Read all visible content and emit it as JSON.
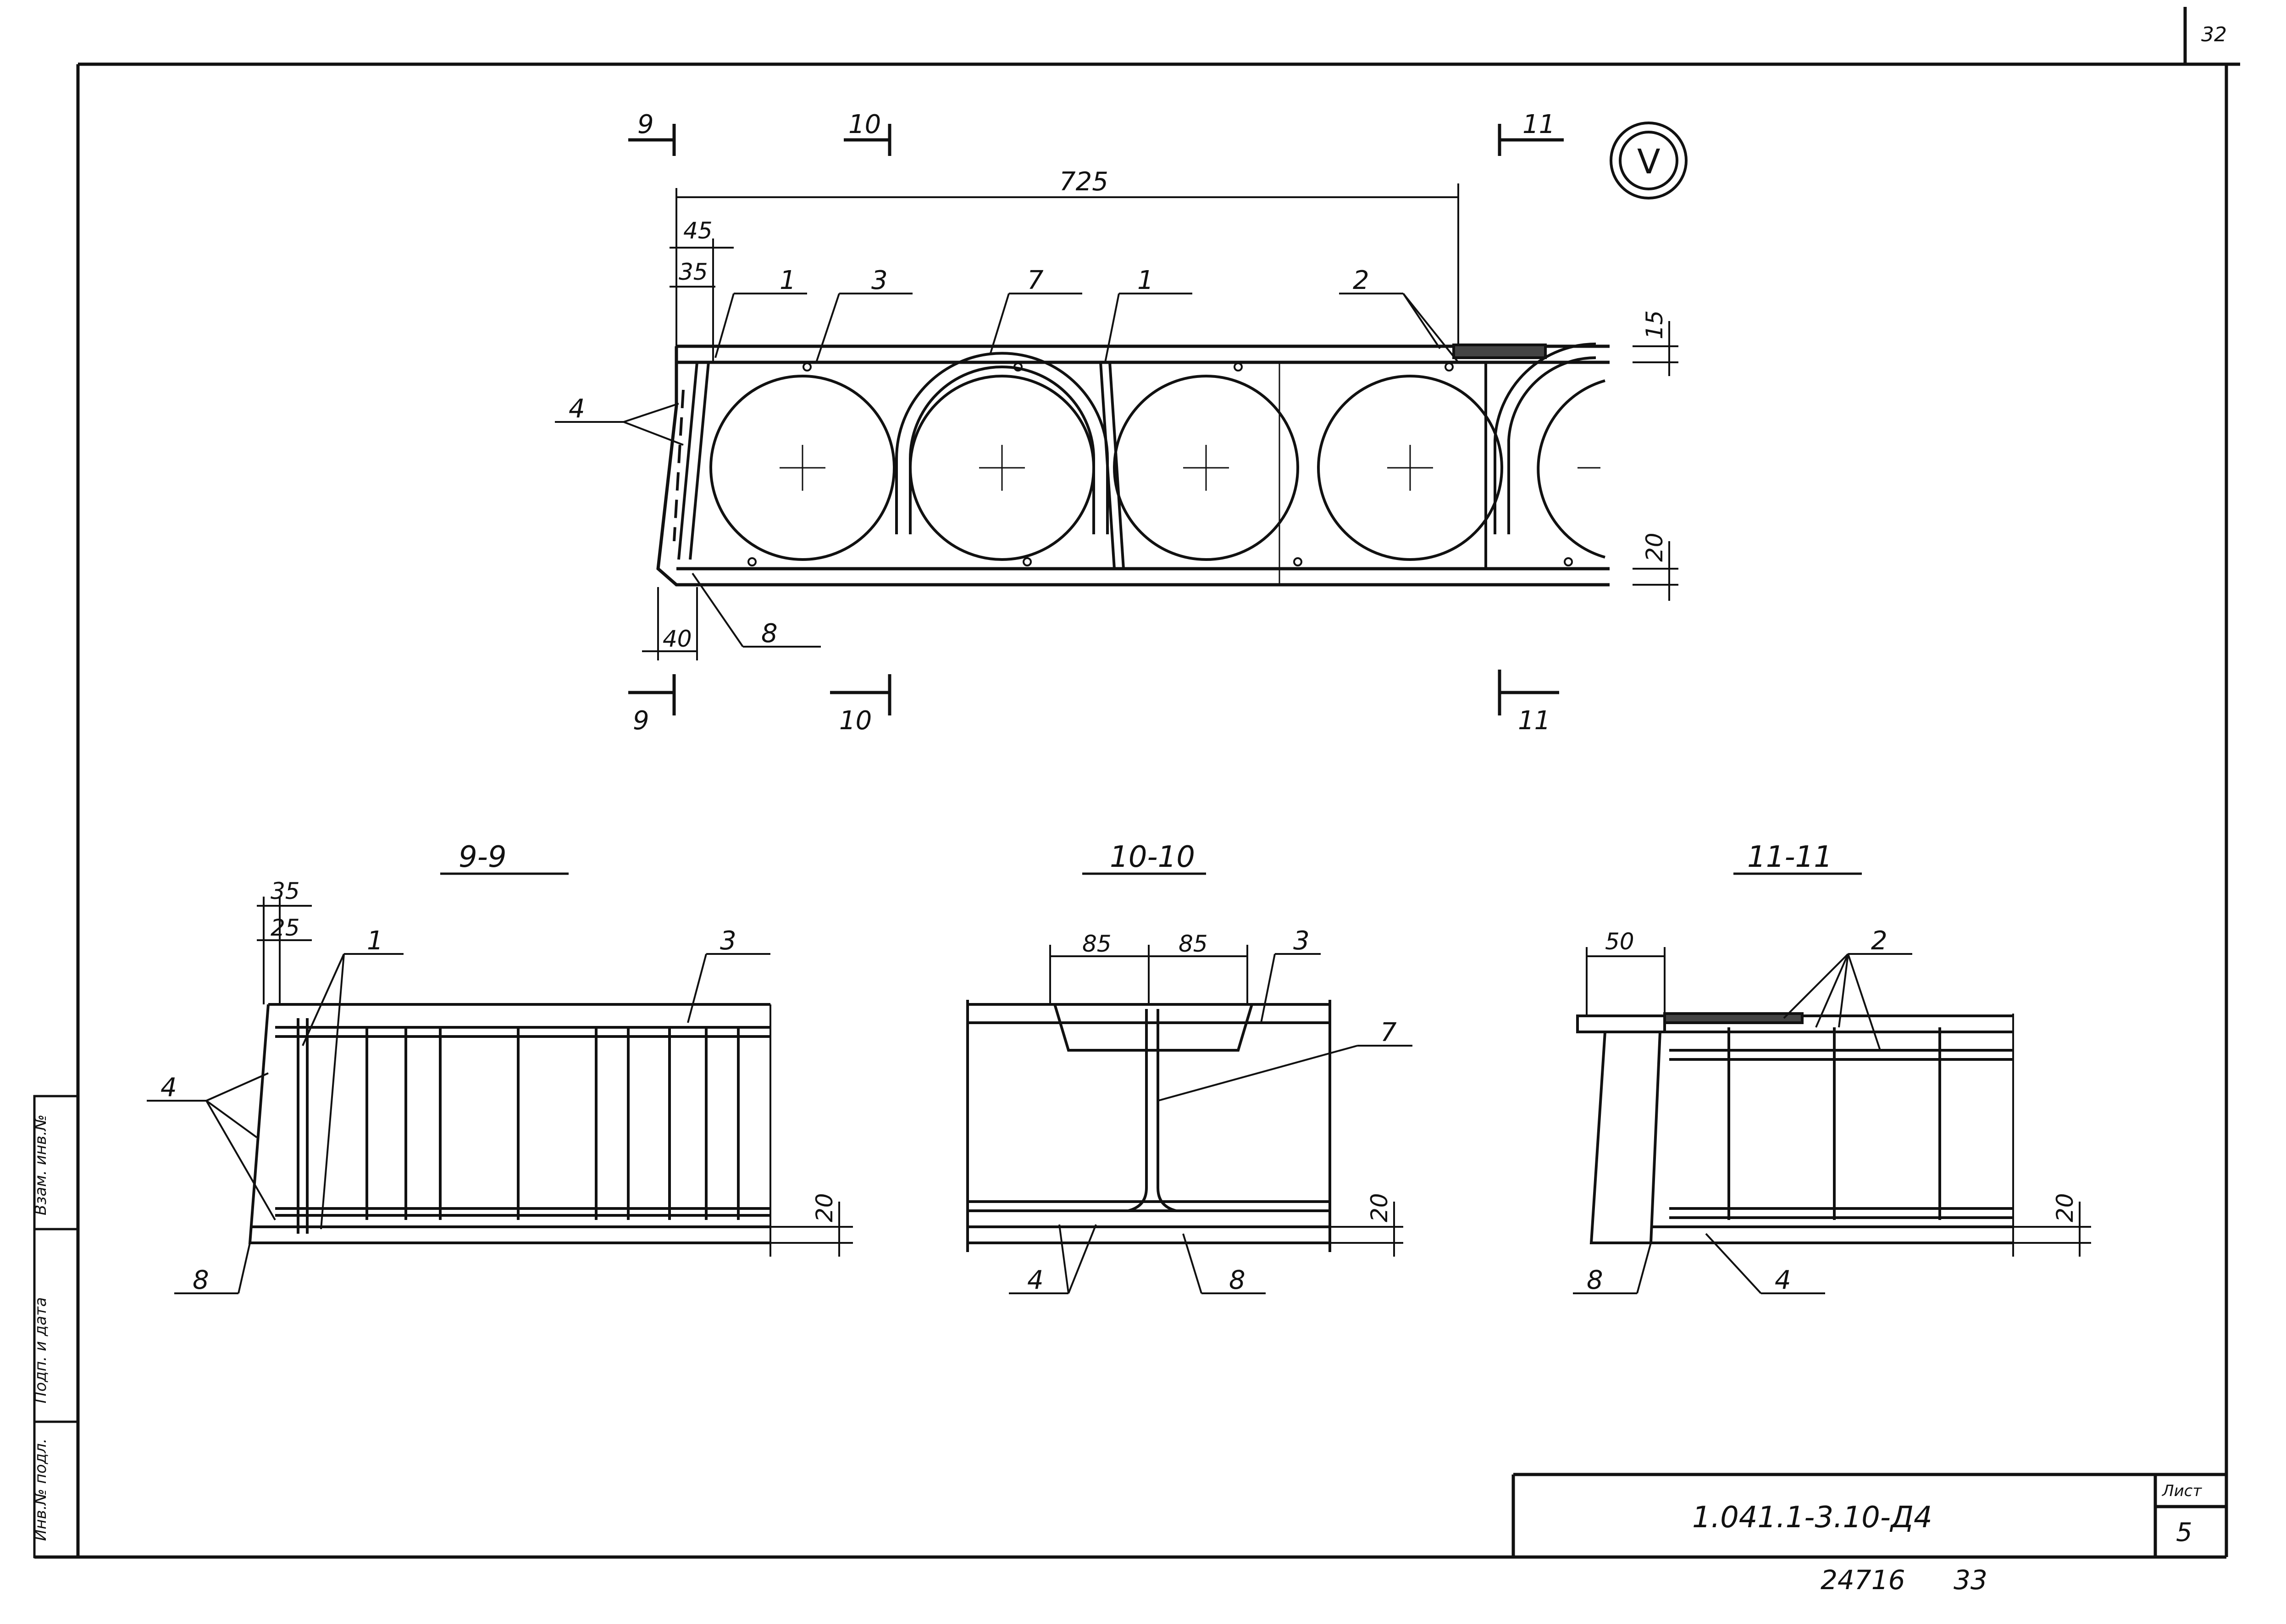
{
  "page_number": "32",
  "doc_code": "1.041.1-3.10-Д4",
  "sheet": {
    "label": "Лист",
    "number": "5"
  },
  "bottom_code": "24716",
  "bottom_number": "33",
  "side_stamp": [
    "Инв.№ подл.",
    "Подп. и дата",
    "Взам. инв.№"
  ],
  "detail_mark": "V",
  "main_view": {
    "dims": {
      "d725": "725",
      "d45": "45",
      "d35": "35",
      "d40": "40",
      "d15": "15",
      "d20": "20"
    },
    "labels": {
      "l1a": "1",
      "l3": "3",
      "l7": "7",
      "l1b": "1",
      "l2": "2",
      "l4": "4",
      "l8": "8"
    },
    "cuts": {
      "c9": "9",
      "c10": "10",
      "c11": "11"
    }
  },
  "section_9": {
    "title": "9-9",
    "dims": {
      "d35": "35",
      "d25": "25",
      "d20": "20"
    },
    "labels": {
      "l1": "1",
      "l3": "3",
      "l4": "4",
      "l8": "8"
    }
  },
  "section_10": {
    "title": "10-10",
    "dims": {
      "d85a": "85",
      "d85b": "85",
      "d20": "20"
    },
    "labels": {
      "l3": "3",
      "l7": "7",
      "l4": "4",
      "l8": "8"
    }
  },
  "section_11": {
    "title": "11-11",
    "dims": {
      "d50": "50",
      "d20": "20"
    },
    "labels": {
      "l2": "2",
      "l4": "4",
      "l8": "8"
    }
  }
}
